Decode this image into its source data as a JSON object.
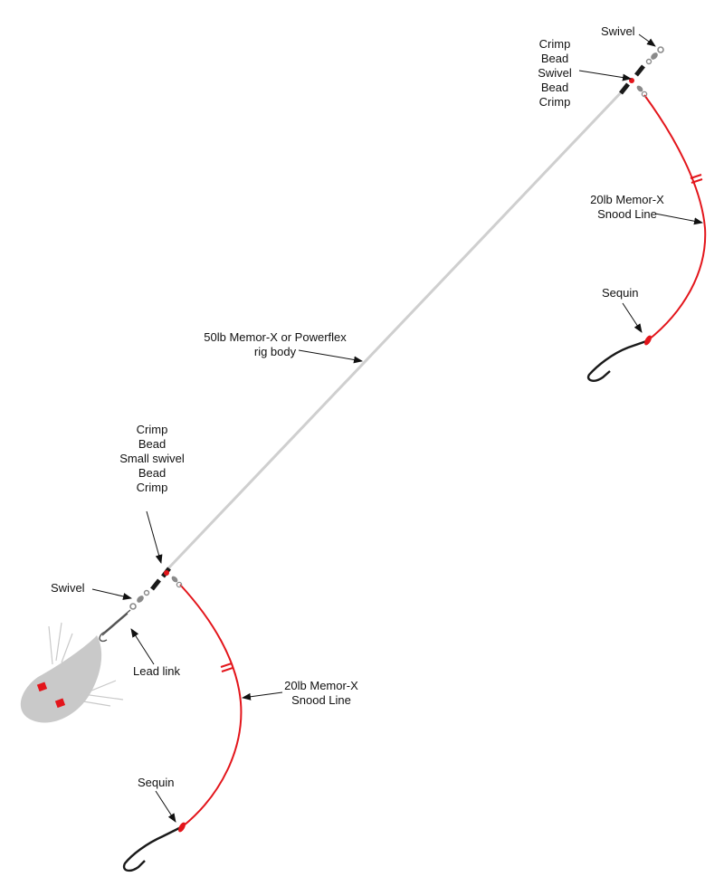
{
  "colors": {
    "rig_body": "#cfcfcf",
    "snood": "#e3151b",
    "crimp": "#1a1a1a",
    "bead": "#e3151b",
    "swivel": "#8a8a8a",
    "lead": "#c9c9c9",
    "lead_marks": "#e3151b",
    "hook": "#1a1a1a",
    "arrow": "#111111",
    "text": "#111111"
  },
  "labels": {
    "top_swivel": "Swivel",
    "top_stack": [
      "Crimp",
      "Bead",
      "Swivel",
      "Bead",
      "Crimp"
    ],
    "top_snood": [
      "20lb Memor-X",
      "Snood Line"
    ],
    "top_sequin": "Sequin",
    "rig_body": [
      "50lb Memor-X or Powerflex",
      "rig body"
    ],
    "bottom_stack": [
      "Crimp",
      "Bead",
      "Small swivel",
      "Bead",
      "Crimp"
    ],
    "bottom_swivel": "Swivel",
    "lead_link": "Lead link",
    "bottom_snood": [
      "20lb Memor-X",
      "Snood Line"
    ],
    "bottom_sequin": "Sequin"
  },
  "icons": [
    "swivel-icon",
    "bead-icon",
    "crimp-icon",
    "hook-icon",
    "sequin-icon",
    "lead-weight-icon"
  ]
}
